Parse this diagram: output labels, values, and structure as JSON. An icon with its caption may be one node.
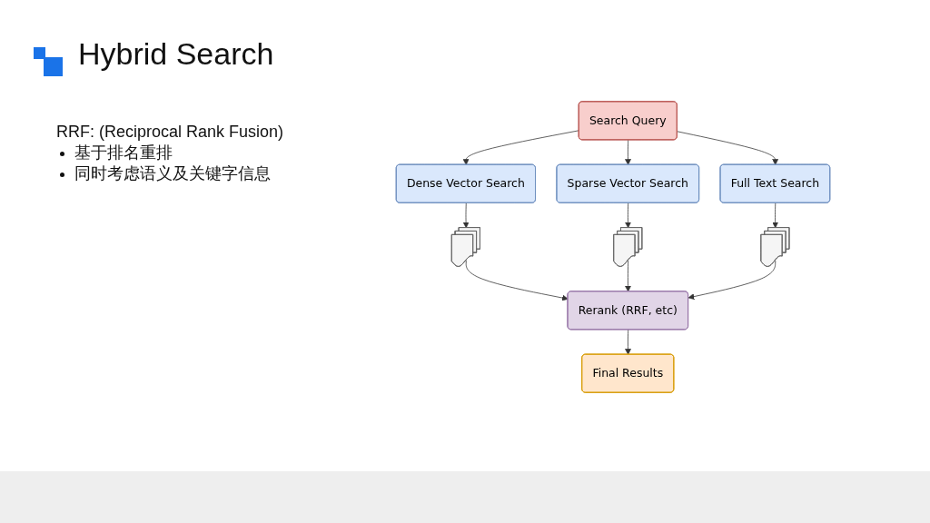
{
  "diagram": {
    "title": "Hybrid Search",
    "nodes": [
      {
        "text": [
          "Search Query"
        ]
      },
      {
        "text": [
          "Dense Vector Search"
        ]
      },
      {
        "text": [
          "Sparse Vector Search"
        ]
      },
      {
        "text": [
          "Full Text Search"
        ]
      },
      {
        "text": [],
        "shape": "box"
      },
      {
        "text": [],
        "shape": "box"
      },
      {
        "text": [],
        "shape": "box"
      },
      {
        "text": [
          "Rerank (RRF, etc)"
        ]
      },
      {
        "text": [
          "Final Results"
        ]
      }
    ],
    "edges": [
      {
        "from": 0,
        "to": 1,
        "arrow": "to"
      },
      {
        "from": 0,
        "to": 2,
        "arrow": "to"
      },
      {
        "from": 0,
        "to": 3,
        "arrow": "to"
      },
      {
        "from": 1,
        "to": 4,
        "arrow": "to"
      },
      {
        "from": 2,
        "to": 5,
        "arrow": "to"
      },
      {
        "from": 3,
        "to": 6,
        "arrow": "to"
      },
      {
        "from": 4,
        "to": 7,
        "arrow": "to"
      },
      {
        "from": 5,
        "to": 7,
        "arrow": "to"
      },
      {
        "from": 6,
        "to": 7,
        "arrow": "to"
      },
      {
        "from": 7,
        "to": 8,
        "arrow": "to"
      }
    ],
    "labels": [
      "RRF: (Reciprocal Rank Fusion)",
      "基于排名重排",
      "同时考虑语义及关键字信息"
    ]
  }
}
